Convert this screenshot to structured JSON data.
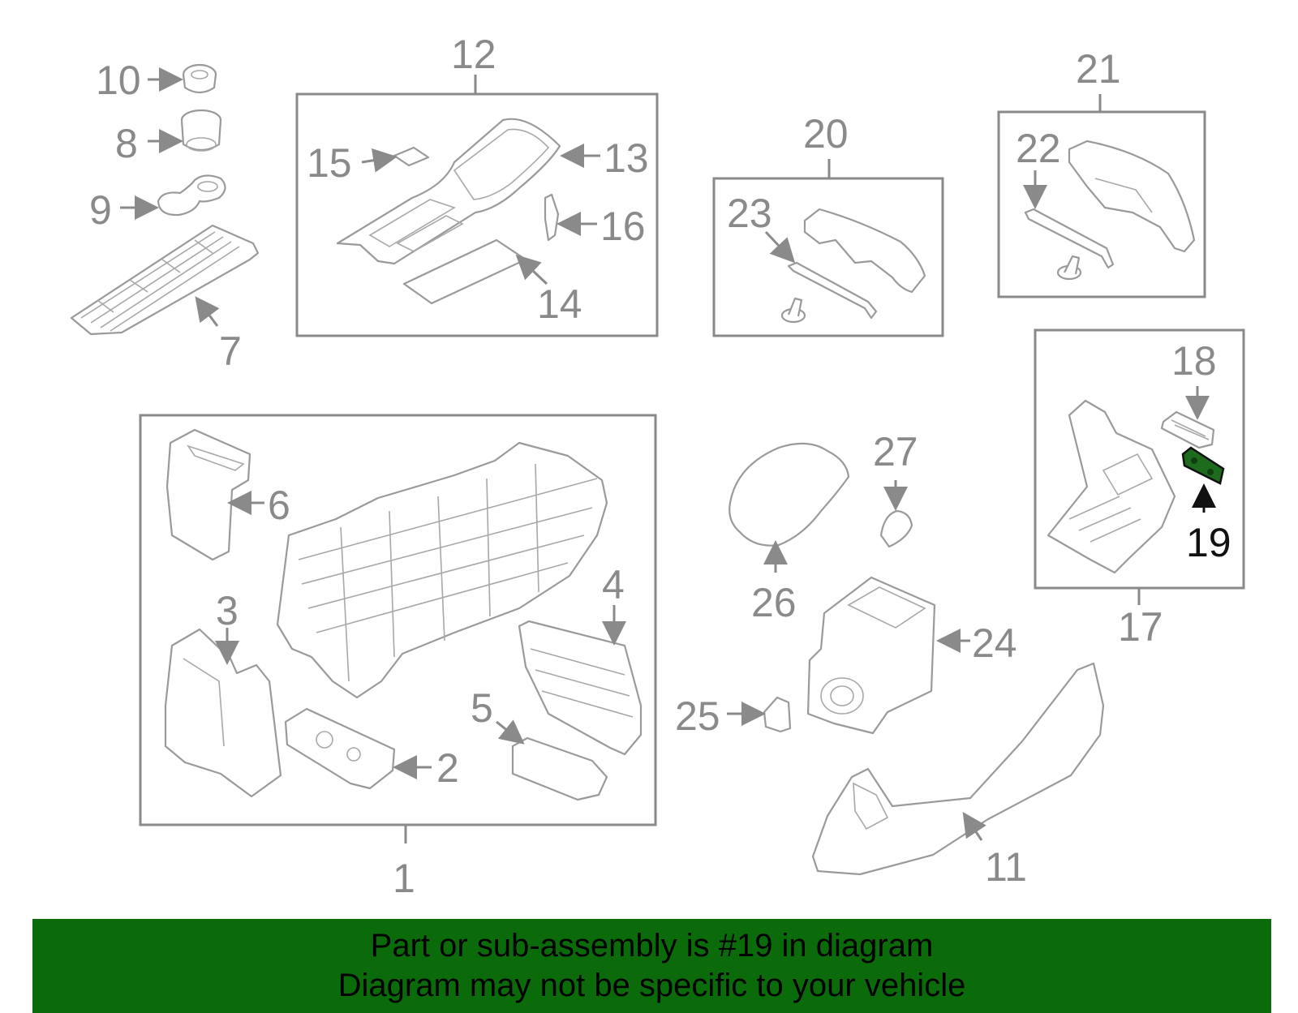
{
  "diagram": {
    "callouts": [
      "1",
      "2",
      "3",
      "4",
      "5",
      "6",
      "7",
      "8",
      "9",
      "10",
      "11",
      "12",
      "13",
      "14",
      "15",
      "16",
      "17",
      "18",
      "19",
      "20",
      "21",
      "22",
      "23",
      "24",
      "25",
      "26",
      "27"
    ],
    "highlighted_part": "19"
  },
  "banner": {
    "line1": "Part or sub-assembly is #19 in diagram",
    "line2": "Diagram may not be specific to your vehicle"
  },
  "colors": {
    "line_gray": "#8a8a8a",
    "highlight_green": "#1e6b1e",
    "banner_green": "#0b6b0b"
  }
}
